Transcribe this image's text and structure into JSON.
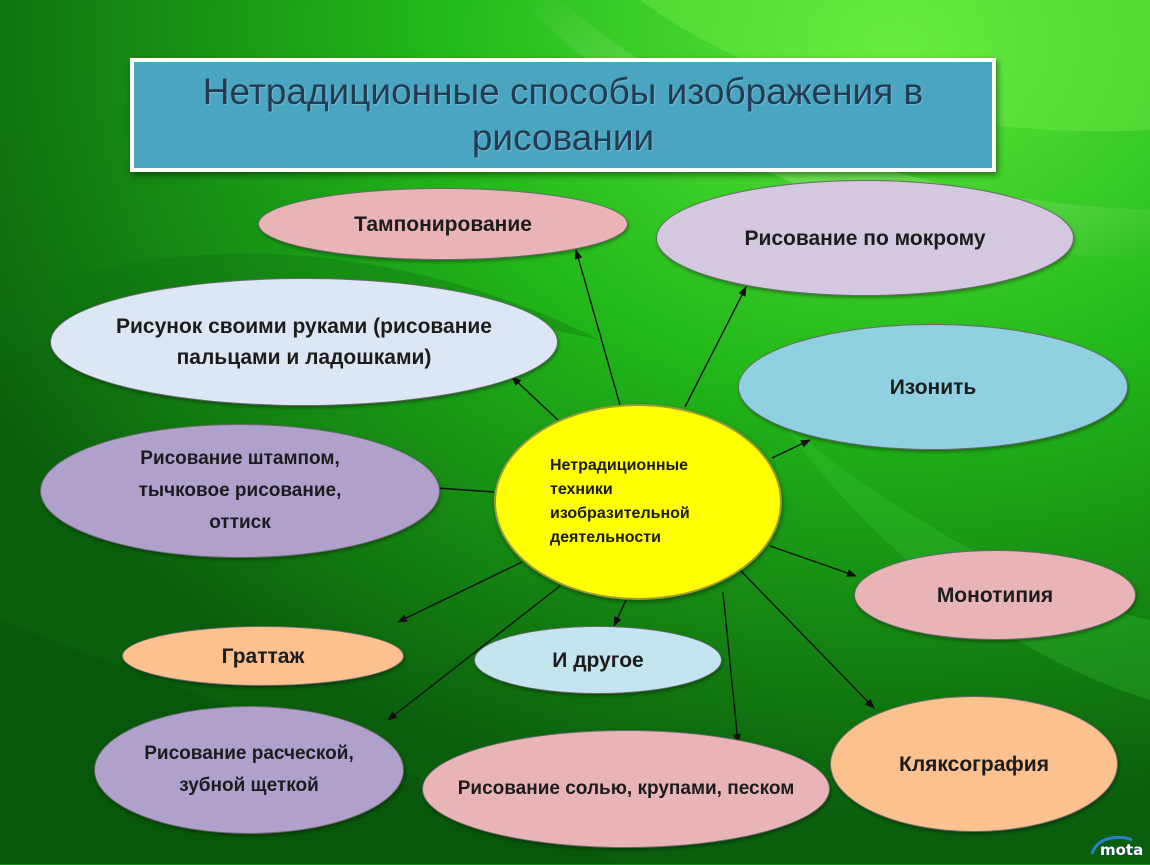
{
  "title": "Нетрадиционные способы изображения в рисовании",
  "center": "Нетрадиционные\nтехники\nизобразительной\nдеятельности",
  "nodes": {
    "tamponirovanie": "Тампонирование",
    "mokromu": "Рисование по мокрому",
    "ruki": "Рисунок своими руками (рисование пальцами и ладошками)",
    "izonit": "Изонить",
    "shtamp": "Рисование штампом, тычковое рисование, оттиск",
    "monotipiya": "Монотипия",
    "grattazh": "Граттаж",
    "drugoe": "И другое",
    "rascheska": "Рисование расческой, зубной щеткой",
    "sol": "Рисование солью, крупами, песком",
    "klyaksografiya": "Кляксография"
  },
  "logo_text": "mota",
  "colors": {
    "title_bg": "#4aa6c0",
    "center": "#ffff00",
    "pink": "#e8b4b8",
    "lavender": "#d4c8e0",
    "light_blue": "#90d0e0",
    "purple": "#b0a0cc",
    "peach": "#fbc18e",
    "pale_blue": "#c4e4ef",
    "pale_lavender": "#dce6f4"
  }
}
